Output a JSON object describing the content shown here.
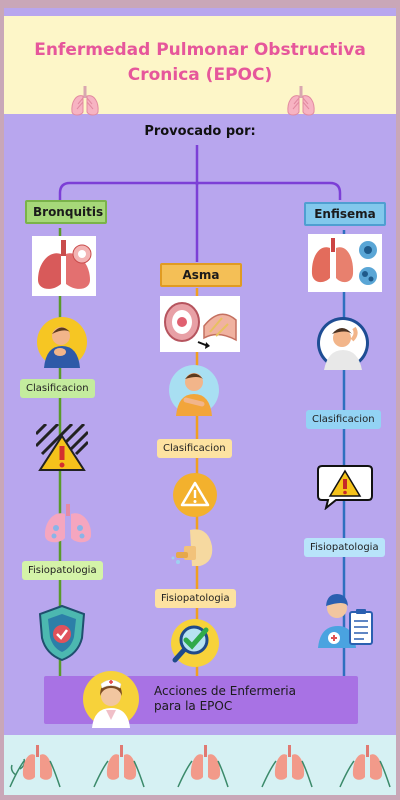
{
  "header": {
    "title": "Enfermedad Pulmonar Obstructiva Cronica (EPOC)"
  },
  "diagram": {
    "root_label": "Provocado por:",
    "branches": [
      {
        "name": "Bronquitis",
        "classification_label": "Clasificacion",
        "physiopathology_label": "Fisiopatologia",
        "color": "#a6d879"
      },
      {
        "name": "Asma",
        "classification_label": "Clasificacion",
        "physiopathology_label": "Fisiopatologia",
        "color": "#f4bf56"
      },
      {
        "name": "Enfisema",
        "classification_label": "Clasificacion",
        "physiopathology_label": "Fisiopatologia",
        "color": "#82c8ec"
      }
    ],
    "actions_label": "Acciones de Enfermeria\npara la EPOC"
  },
  "icons": {
    "header_left": "lungs-icon",
    "header_right": "lungs-icon",
    "bronquitis_image": "bronchitis-lungs-illustration",
    "bronquitis_person": "coughing-person-icon",
    "bronquitis_warning": "warning-hazard-icon",
    "bronquitis_lungs": "pink-lungs-icon",
    "bronquitis_shield": "shield-check-icon",
    "asma_image": "asthma-airway-illustration",
    "asma_person": "person-chest-pain-icon",
    "asma_warning": "warning-circle-icon",
    "asma_inhaler": "inhaler-icon",
    "asma_check": "magnifier-check-icon",
    "enfisema_image": "emphysema-lungs-illustration",
    "enfisema_person": "tired-person-icon",
    "enfisema_warning": "warning-speech-icon",
    "enfisema_doctor": "doctor-clipboard-icon",
    "nurse": "nurse-avatar-icon",
    "footer": "lungs-plants-pattern"
  },
  "colors": {
    "background": "#b8a6ee",
    "header_bg": "#fdf6c8",
    "title": "#e6579b",
    "connector_top": "#7c3fd6",
    "line_bronquitis": "#5a9a2a",
    "line_asma": "#f0a020",
    "line_enfisema": "#2e6fbf",
    "actions_bg": "#a872e4"
  }
}
